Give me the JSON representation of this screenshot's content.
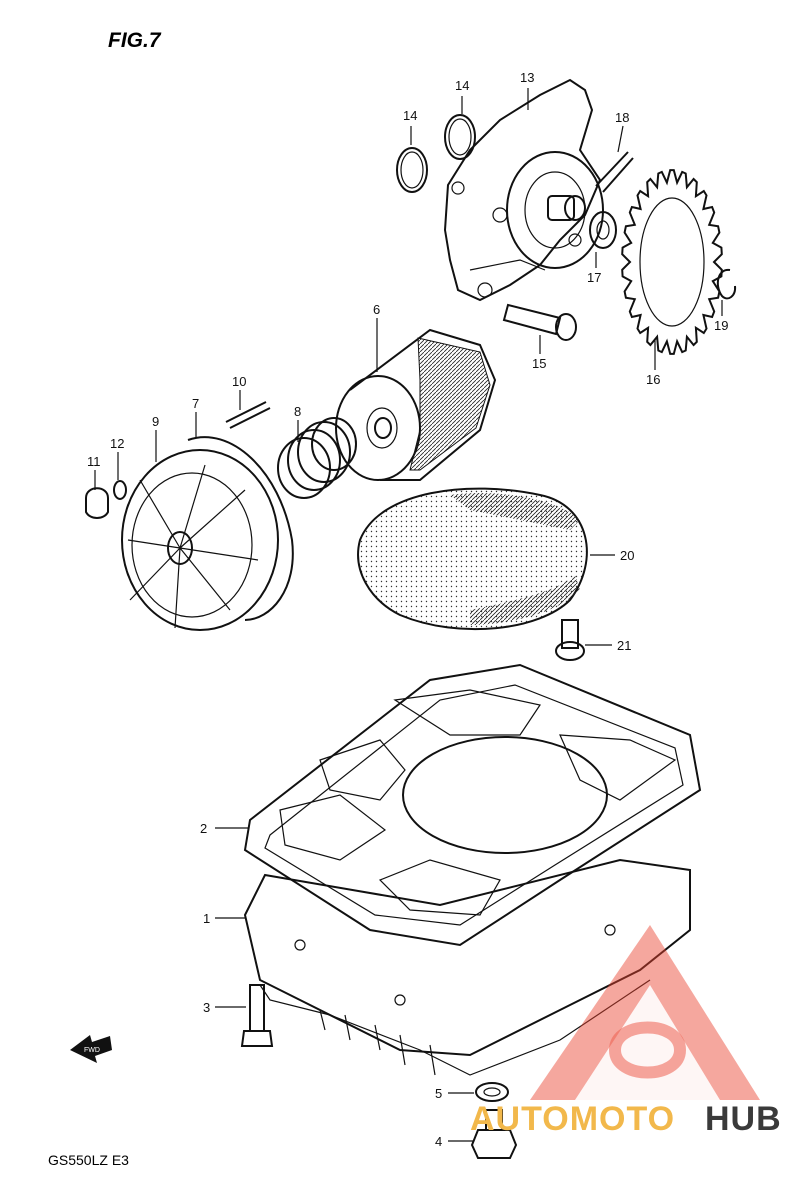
{
  "figure_title": "FIG.7",
  "model_code": "GS550LZ  E3",
  "watermark": {
    "text_a": "AUTOMOTO",
    "text_b": "HUB",
    "color_a": "#f2b84b",
    "color_b": "#3a3a3a",
    "logo_color": "#e9442f"
  },
  "parts": [
    {
      "id": "p1",
      "label": "1"
    },
    {
      "id": "p2",
      "label": "2"
    },
    {
      "id": "p3",
      "label": "3"
    },
    {
      "id": "p4",
      "label": "4"
    },
    {
      "id": "p5",
      "label": "5"
    },
    {
      "id": "p6",
      "label": "6"
    },
    {
      "id": "p7",
      "label": "7"
    },
    {
      "id": "p8",
      "label": "8"
    },
    {
      "id": "p9",
      "label": "9"
    },
    {
      "id": "p10",
      "label": "10"
    },
    {
      "id": "p11",
      "label": "11"
    },
    {
      "id": "p12",
      "label": "12"
    },
    {
      "id": "p13",
      "label": "13"
    },
    {
      "id": "p14a",
      "label": "14"
    },
    {
      "id": "p14b",
      "label": "14"
    },
    {
      "id": "p15",
      "label": "15"
    },
    {
      "id": "p16",
      "label": "16"
    },
    {
      "id": "p17",
      "label": "17"
    },
    {
      "id": "p18",
      "label": "18"
    },
    {
      "id": "p19",
      "label": "19"
    },
    {
      "id": "p20",
      "label": "20"
    },
    {
      "id": "p21",
      "label": "21"
    }
  ]
}
